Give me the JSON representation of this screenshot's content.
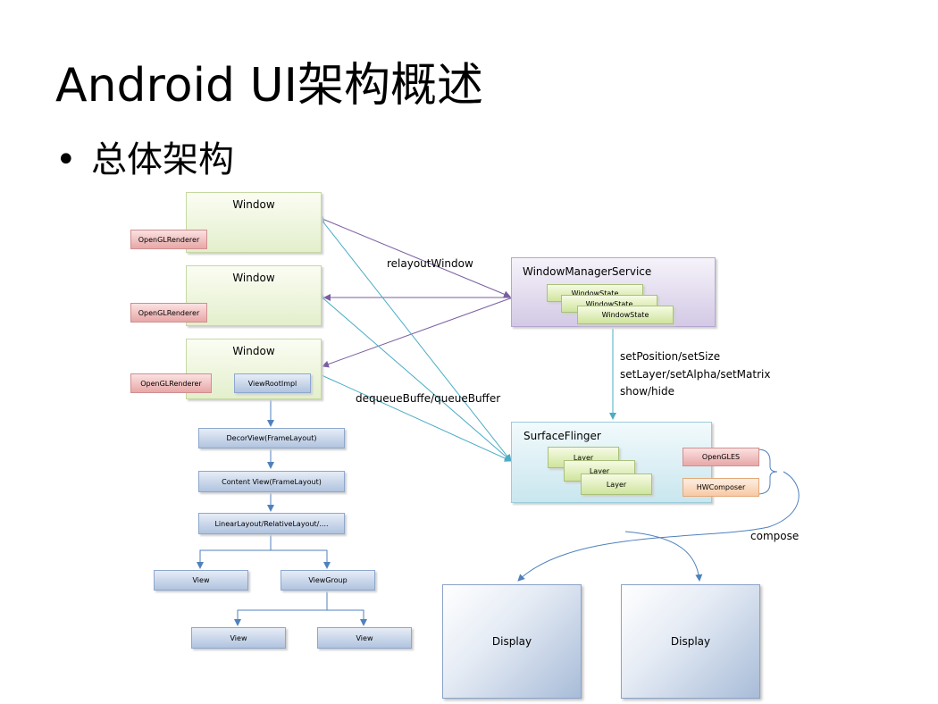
{
  "slide": {
    "title": "Android UI架构概述",
    "bullet": "总体架构"
  },
  "diagram": {
    "windows": [
      {
        "label": "Window",
        "renderer": "OpenGLRenderer"
      },
      {
        "label": "Window",
        "renderer": "OpenGLRenderer"
      },
      {
        "label": "Window",
        "renderer": "OpenGLRenderer",
        "root": "ViewRootImpl"
      }
    ],
    "view_tree": {
      "decor": "DecorView(FrameLayout)",
      "content": "Content View(FrameLayout)",
      "layout": "LinearLayout/RelativeLayout/....",
      "view_left": "View",
      "view_group": "ViewGroup",
      "child_left": "View",
      "child_right": "View"
    },
    "wms": {
      "title": "WindowManagerService",
      "states": [
        "WindowState",
        "WindowState",
        "WindowState"
      ]
    },
    "surface_flinger": {
      "title": "SurfaceFlinger",
      "layers": [
        "Layer",
        "Layer",
        "Layer"
      ],
      "opengl": "OpenGLES",
      "hwc": "HWComposer"
    },
    "edge_labels": {
      "relayout": "relayoutWindow",
      "dequeue": "dequeueBuffe/queueBuffer",
      "set1": "setPosition/setSize",
      "set2": "setLayer/setAlpha/setMatrix",
      "set3": "show/hide",
      "compose": "compose"
    },
    "displays": [
      "Display",
      "Display"
    ],
    "colors": {
      "purple_arrow": "#7a5ea3",
      "teal_arrow": "#4bacc6",
      "blue_arrow": "#4f81bd"
    }
  }
}
